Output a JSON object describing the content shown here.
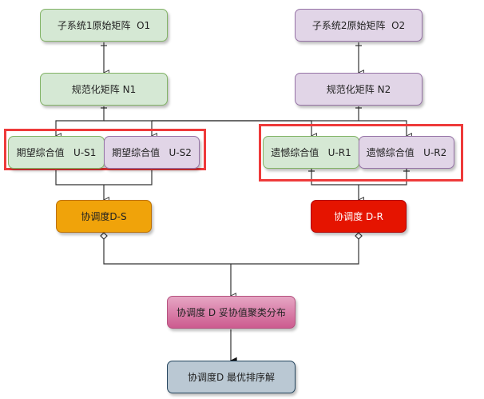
{
  "nodes": {
    "o1": "子系统1原始矩阵  O1",
    "o2": "子系统2原始矩阵  O2",
    "n1": "规范化矩阵 N1",
    "n2": "规范化矩阵 N2",
    "us1": "期望综合值   U-S1",
    "us2": "期望综合值   U-S2",
    "ur1": "遗憾综合值   U-R1",
    "ur2": "遗憾综合值   U-R2",
    "ds": "协调度D-S",
    "dr": "协调度 D-R",
    "cluster": "协调度 D 妥协值聚类分布",
    "optimal": "协调度D 最优排序解"
  },
  "colors": {
    "green_fill": "#d5e8d4",
    "purple_fill": "#e1d5e7",
    "orange_fill": "#f0a30a",
    "red_fill": "#e51400",
    "pink_fill": "#e6a6c4",
    "grey_fill": "#bac8d3",
    "highlight": "#ee3a3a"
  }
}
